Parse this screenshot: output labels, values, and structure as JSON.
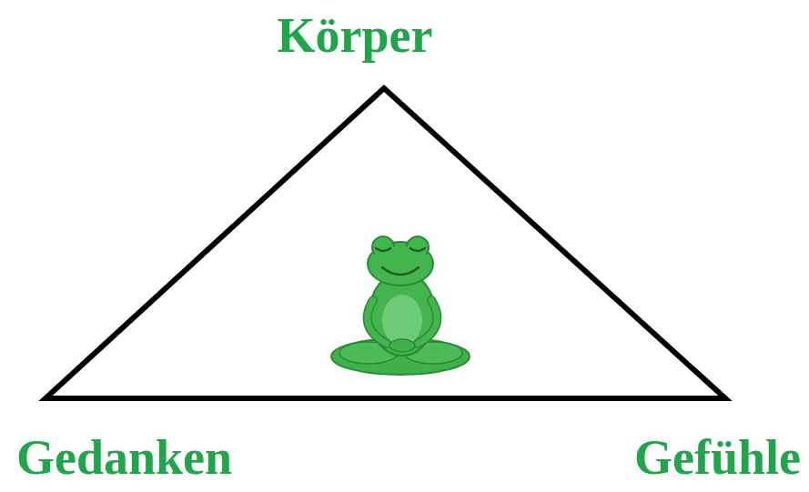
{
  "diagram": {
    "labels": [
      "Körper",
      "Gedanken",
      "Gefühle"
    ]
  }
}
